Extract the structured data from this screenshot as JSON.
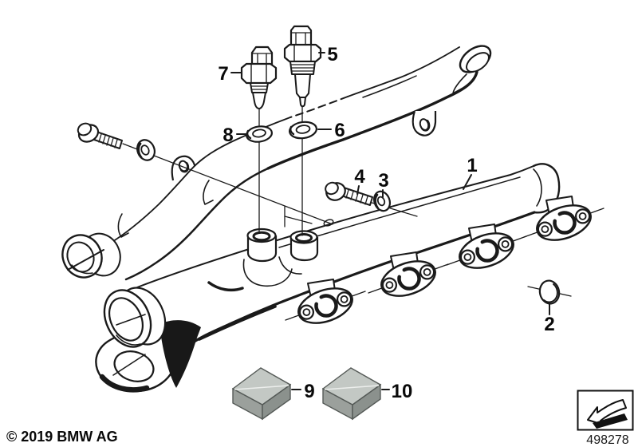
{
  "diagram": {
    "callouts": [
      {
        "label": "1"
      },
      {
        "label": "2"
      },
      {
        "label": "3"
      },
      {
        "label": "4"
      },
      {
        "label": "5"
      },
      {
        "label": "6"
      },
      {
        "label": "7"
      },
      {
        "label": "8"
      },
      {
        "label": "9"
      },
      {
        "label": "10"
      }
    ],
    "footer": {
      "copyright": "© 2019 BMW AG",
      "drawing_number": "498278"
    },
    "colors": {
      "line": "#1a1a1a",
      "box_top": "#c3c8c4",
      "box_front": "#9ba09c",
      "box_side": "#8b918d"
    },
    "icons": [
      {
        "name": "reference-arrow-icon"
      }
    ]
  }
}
